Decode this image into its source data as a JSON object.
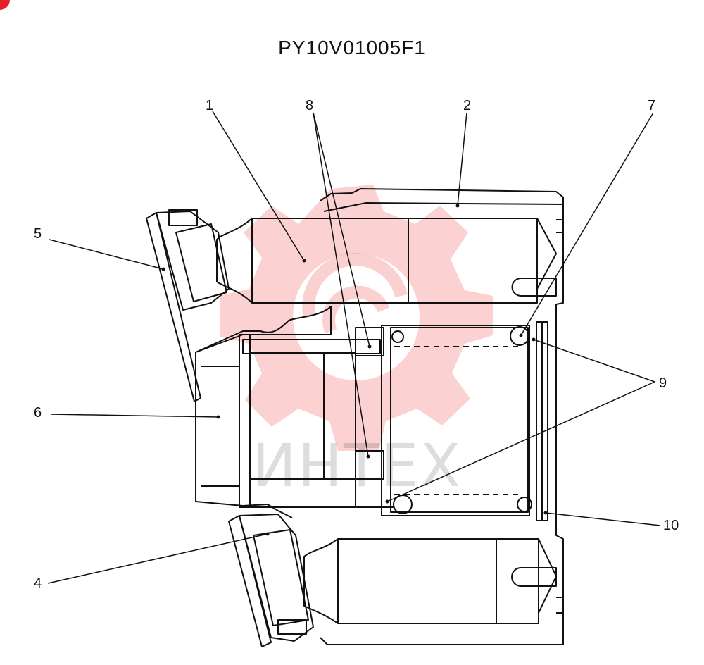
{
  "drawing": {
    "code": "PY10V01005F1",
    "callouts": [
      "1",
      "2",
      "4",
      "5",
      "6",
      "7",
      "8",
      "9",
      "10"
    ]
  },
  "watermark": {
    "text": "ИНТЕХ",
    "logo_color": "#f05a5a",
    "text_color": "#9a9a9a"
  },
  "colors": {
    "line": "#111111",
    "paper": "#ffffff",
    "badge": "#e2232a"
  }
}
